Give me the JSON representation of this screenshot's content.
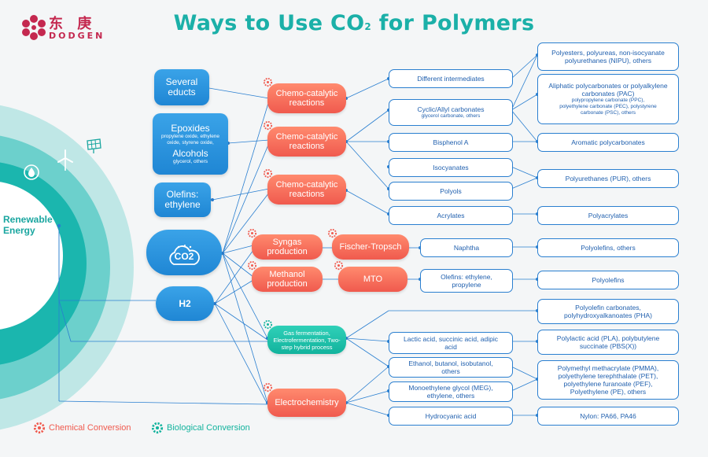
{
  "header": {
    "title_main": "Ways to Use CO",
    "title_sub": "2",
    "title_end": " for Polymers",
    "logo_cn": "东 庚",
    "logo_en": "DODGEN"
  },
  "source": {
    "renewable_energy": "Renewable Energy",
    "several_educts": "Several educts",
    "epoxides": "Epoxides",
    "epoxides_sub": "propylene oxide, ethylene oxide, styrene oxide,",
    "alcohols": "Alcohols",
    "alcohols_sub": "glycerol, others",
    "olefins": "Olefins: ethylene",
    "co2": "CO2",
    "h2": "H2"
  },
  "processes": {
    "chemo1": "Chemo-catalytic reactions",
    "chemo2": "Chemo-catalytic reactions",
    "chemo3": "Chemo-catalytic reactions",
    "syngas": "Syngas production",
    "fischer": "Fischer-Tropsch",
    "methanol": "Methanol production",
    "mto": "MTO",
    "gas_ferm": "Gas fermentation, Electrofermentation, Two-step hybrid process",
    "electro": "Electrochemistry"
  },
  "intermediates": {
    "diff": "Different intermediates",
    "cyclic": "Cyclic/Allyl carbonates",
    "cyclic_sub": "glycerol carbonate, others",
    "bisphenol": "Bisphenol A",
    "isocyanates": "Isocyanates",
    "polyols": "Polyols",
    "acrylates": "Acrylates",
    "naphtha": "Naphtha",
    "olefins": "Olefins: ethylene, propylene",
    "lactic": "Lactic acid, succinic acid, adipic acid",
    "ethanol": "Ethanol, butanol, isobutanol, others",
    "meg": "Monoethylene glycol (MEG), ethylene, others",
    "hcn": "Hydrocyanic acid"
  },
  "products": {
    "polyesters": "Polyesters, polyureas, non-isocyanate polyurethanes (NIPU), others",
    "pac": "Aliphatic polycarbonates or polyalkylene carbonates (PAC)",
    "pac_sub": "polypropylene carbonate (PPC), polyethylene carbonate (PEC), polystyrene carbonate (PSC), others",
    "aromatic": "Aromatic polycarbonates",
    "pur": "Polyurethanes (PUR), others",
    "polyacrylates": "Polyacrylates",
    "polyolefins_others": "Polyolefins, others",
    "polyolefins": "Polyolefins",
    "pha": "Polyolefin carbonates, polyhydroxyalkanoates (PHA)",
    "pla": "Polylactic acid (PLA), polybutylene succinate (PBS(X))",
    "pmma": "Polymethyl methacrylate (PMMA), polyethylene terephthalate (PET), polyethylene furanoate (PEF), Polyethylene (PE), others",
    "nylon": "Nylon: PA66, PA46"
  },
  "legend": {
    "chemical": "Chemical Conversion",
    "biological": "Biological Conversion"
  },
  "colors": {
    "teal": "#1bb0a8",
    "blue": "#2a7fd0",
    "orange": "#f05a4e",
    "green": "#12b39d",
    "brand": "#c4284f"
  }
}
